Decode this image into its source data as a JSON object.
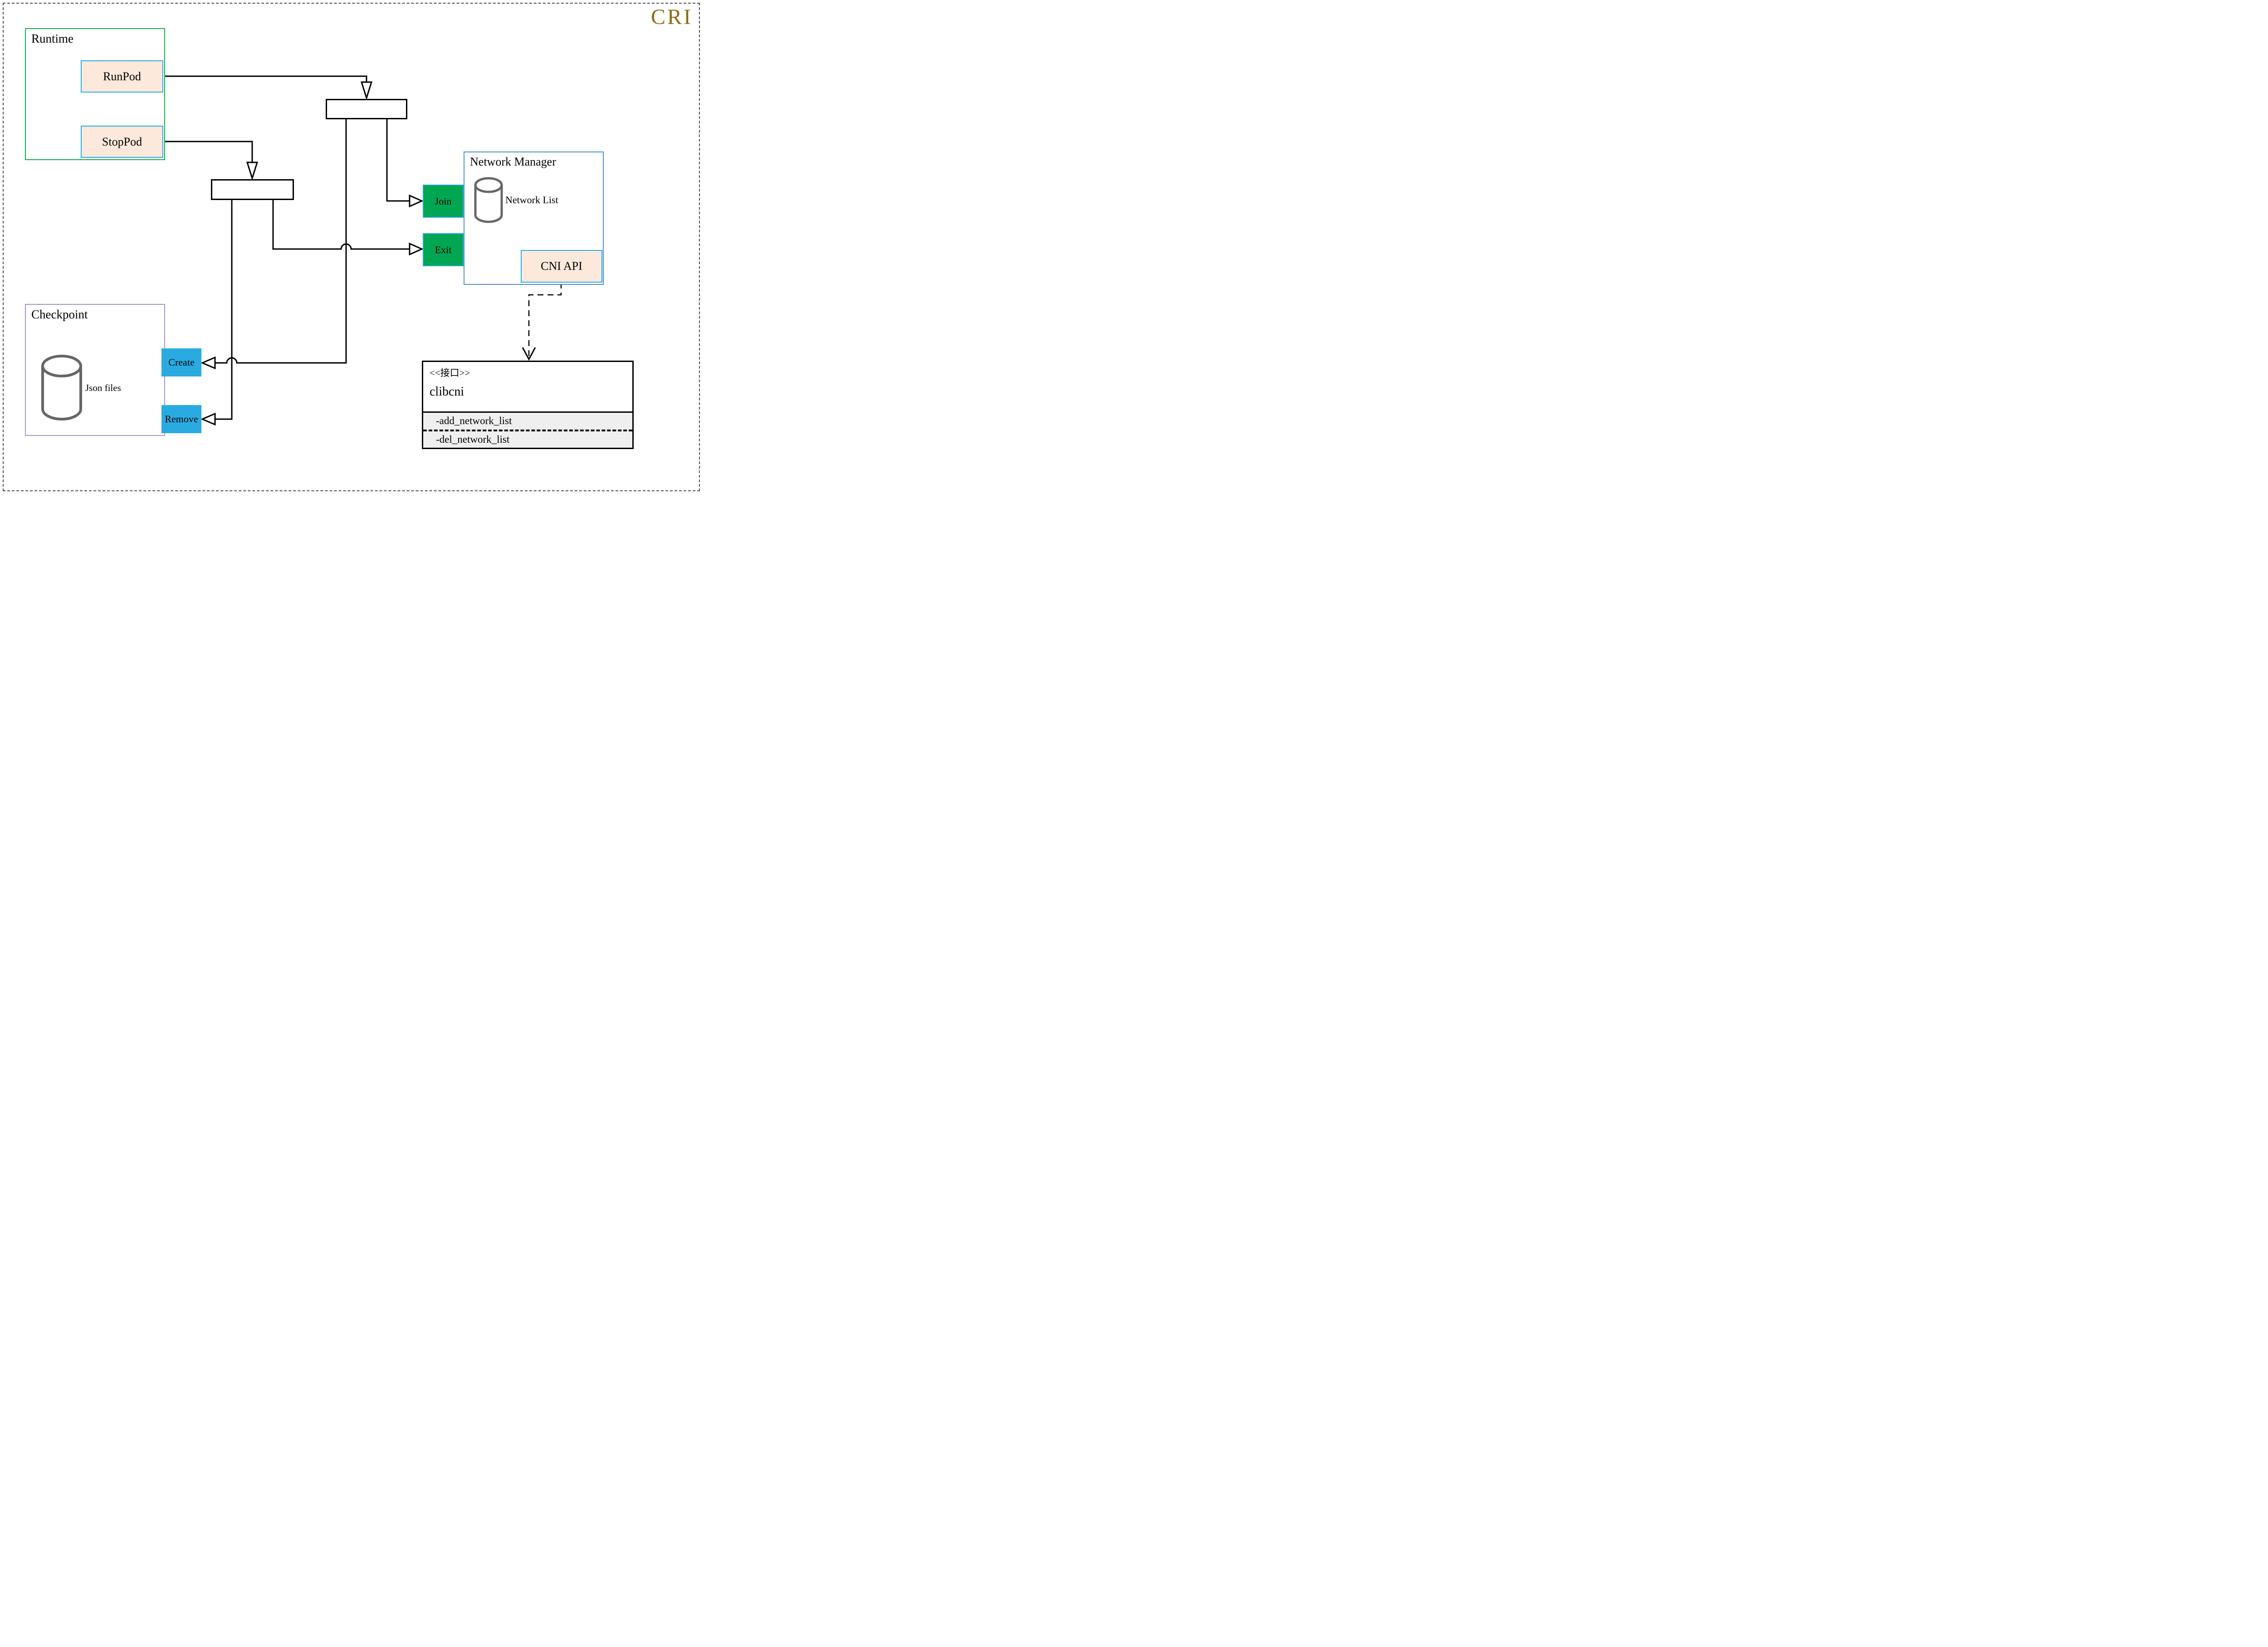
{
  "page": {
    "corner_label": "CRI"
  },
  "colors": {
    "line": "#000000",
    "green": "#0db14b",
    "cyan": "#29abe2",
    "green_btn": "#00a651",
    "peach": "#fce9db",
    "nm_border": "#4a90d2",
    "cp_border": "#a893c9",
    "cyl": "#666666",
    "cri": "#8a6d0e",
    "attrs_bg": "#efefef",
    "dash_border": "#4d4d4d"
  },
  "runtime": {
    "title": "Runtime",
    "run_pod": "RunPod",
    "stop_pod": "StopPod"
  },
  "network_manager": {
    "title": "Network Manager",
    "network_list": "Network List",
    "join": "Join",
    "exit": "Exit",
    "cni_api": "CNI API"
  },
  "checkpoint": {
    "title": "Checkpoint",
    "json_files": "Json files",
    "create": "Create",
    "remove": "Remove"
  },
  "clibcni": {
    "stereotype": "<<接口>>",
    "name": "clibcni",
    "methods": [
      "-add_network_list",
      "-del_network_list"
    ]
  }
}
